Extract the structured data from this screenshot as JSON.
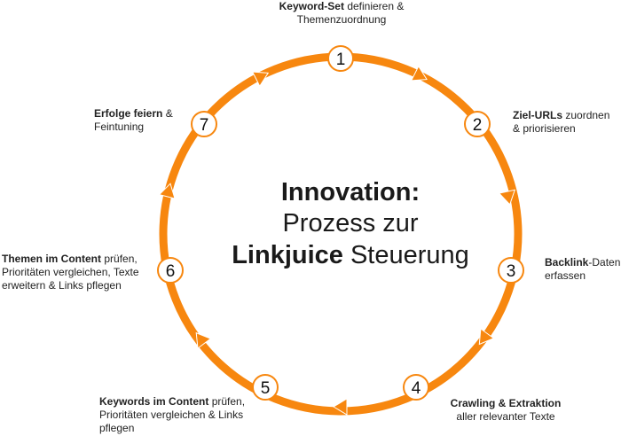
{
  "title": {
    "line1": "Innovation:",
    "line2": "Prozess zur",
    "line3_bold": "Linkjuice",
    "line3_rest": " Steuerung"
  },
  "colors": {
    "ring": "#f7870f",
    "node_border": "#f7870f",
    "node_fill": "#ffffff",
    "text": "#222222"
  },
  "steps": [
    {
      "number": "1",
      "bold": "Keyword-Set",
      "rest": " definieren &",
      "line2": "Themenzuordnung"
    },
    {
      "number": "2",
      "bold": "Ziel-URLs",
      "rest": " zuordnen",
      "line2": "& priorisieren"
    },
    {
      "number": "3",
      "bold": "Backlink",
      "rest": "-Daten",
      "line2": "erfassen"
    },
    {
      "number": "4",
      "bold": "Crawling & Extraktion",
      "rest": "",
      "line2": "aller relevanter Texte"
    },
    {
      "number": "5",
      "bold": "Keywords im Content",
      "rest": " prüfen,",
      "line2": "Prioritäten vergleichen & Links",
      "line3": "pflegen"
    },
    {
      "number": "6",
      "bold": "Themen im Content",
      "rest": " prüfen,",
      "line2": "Prioritäten vergleichen, Texte",
      "line3": "erweitern & Links pflegen"
    },
    {
      "number": "7",
      "bold": "Erfolge feiern",
      "rest": " &",
      "line2": "Feintuning"
    }
  ]
}
